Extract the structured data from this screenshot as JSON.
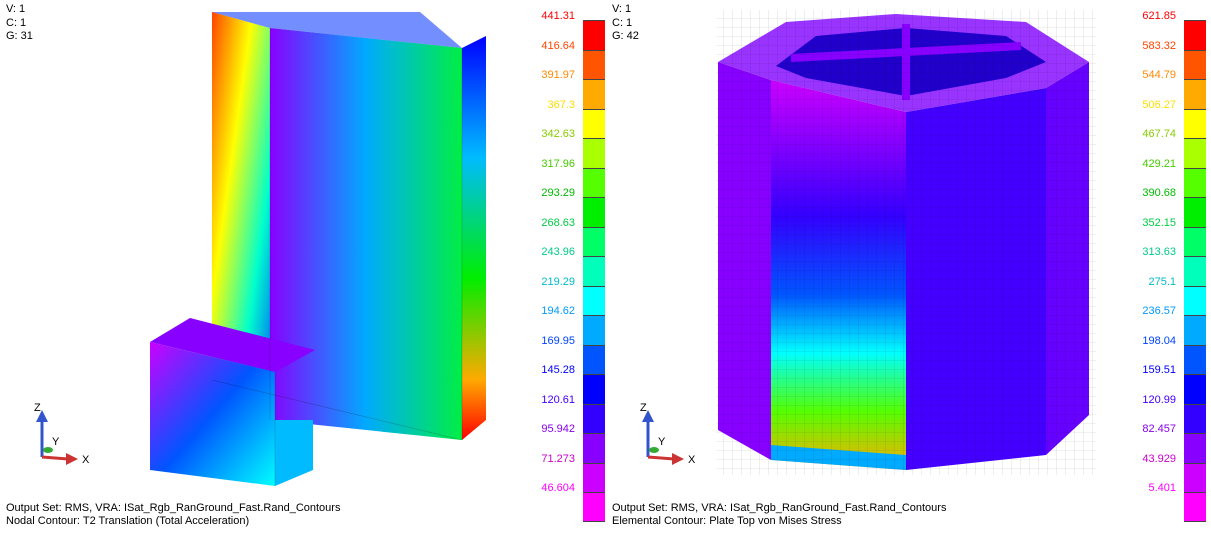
{
  "left_view": {
    "view_number": "V: 1",
    "case": "C: 1",
    "group": "G: 31",
    "output_set": "Output Set: RMS, VRA: ISat_Rgb_RanGround_Fast.Rand_Contours",
    "contour": "Nodal Contour: T2 Translation (Total Acceleration)",
    "legend": {
      "values": [
        "441.31",
        "416.64",
        "391.97",
        "367.3",
        "342.63",
        "317.96",
        "293.29",
        "268.63",
        "243.96",
        "219.29",
        "194.62",
        "169.95",
        "145.28",
        "120.61",
        "95.942",
        "71.273",
        "46.604"
      ],
      "label_colors": [
        "#ff0000",
        "#ff4400",
        "#ff8800",
        "#ffdd00",
        "#88cc00",
        "#44cc00",
        "#00bb00",
        "#00cc44",
        "#00cc88",
        "#00bbcc",
        "#0099ff",
        "#0044ff",
        "#0000ff",
        "#4400ff",
        "#8800ee",
        "#cc00cc",
        "#ff00ff"
      ]
    },
    "triad": {
      "z": "Z",
      "y": "Y",
      "x": "X"
    }
  },
  "right_view": {
    "view_number": "V: 1",
    "case": "C: 1",
    "group": "G: 42",
    "output_set": "Output Set: RMS, VRA: ISat_Rgb_RanGround_Fast.Rand_Contours",
    "contour": "Elemental Contour: Plate Top von Mises Stress",
    "legend": {
      "values": [
        "621.85",
        "583.32",
        "544.79",
        "506.27",
        "467.74",
        "429.21",
        "390.68",
        "352.15",
        "313.63",
        "275.1",
        "236.57",
        "198.04",
        "159.51",
        "120.99",
        "82.457",
        "43.929",
        "5.401"
      ],
      "label_colors": [
        "#ff0000",
        "#ff4400",
        "#ff8800",
        "#ffdd00",
        "#88cc00",
        "#44cc00",
        "#00bb00",
        "#00cc44",
        "#00cc88",
        "#00bbcc",
        "#0099ff",
        "#0044ff",
        "#0000ff",
        "#4400ff",
        "#8800ee",
        "#cc00cc",
        "#ff00ff"
      ]
    },
    "triad": {
      "z": "Z",
      "y": "Y",
      "x": "X"
    }
  },
  "colors": {
    "band_colors": [
      "#ff0000",
      "#ff5500",
      "#ffaa00",
      "#ffff00",
      "#aaff00",
      "#55ff00",
      "#00ee00",
      "#00ff66",
      "#00ffbb",
      "#00ffff",
      "#00aaff",
      "#0055ff",
      "#0000ff",
      "#3300ff",
      "#8800ff",
      "#cc00ff",
      "#ff00ff"
    ]
  }
}
